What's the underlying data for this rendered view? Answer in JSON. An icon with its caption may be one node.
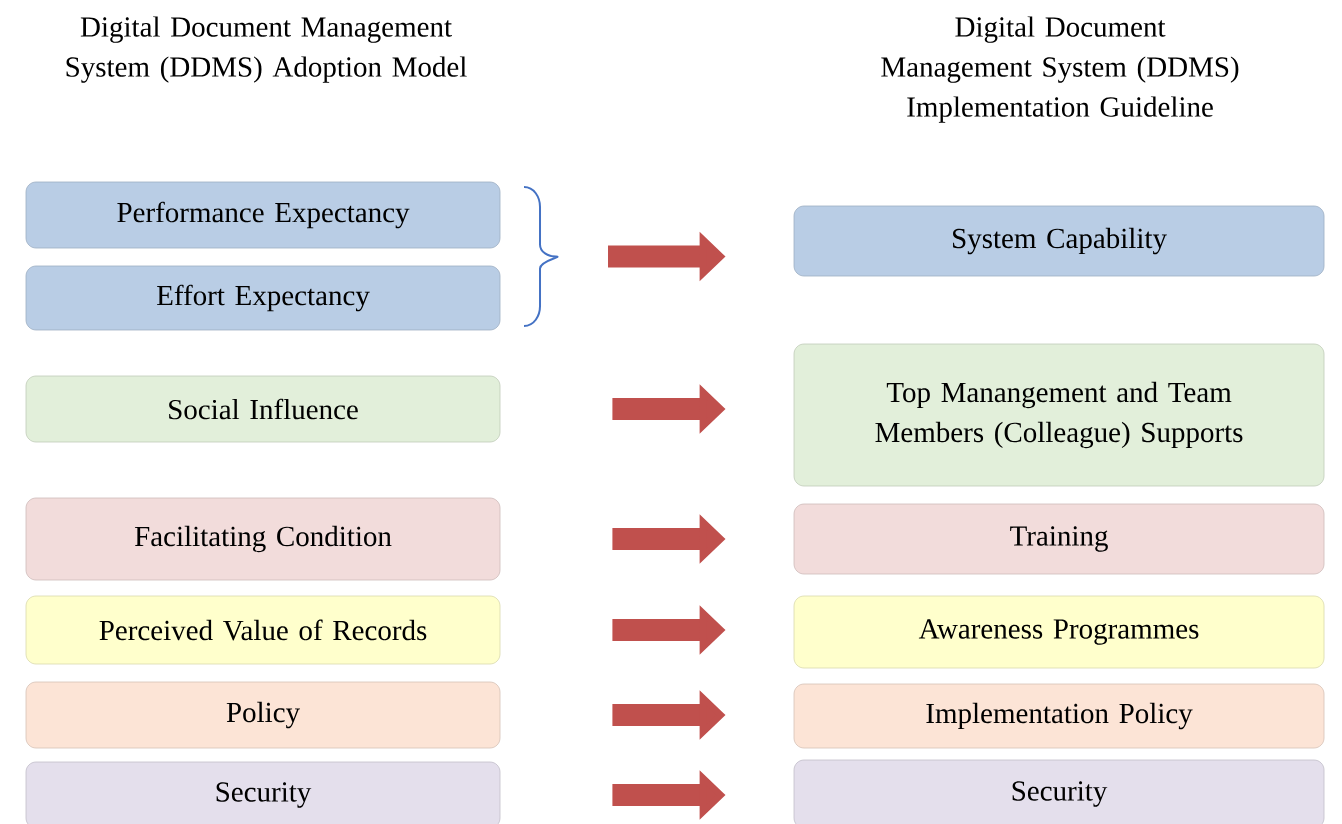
{
  "diagram": {
    "nodes": [
      {
        "text": [
          "Performance Expectancy"
        ]
      },
      {
        "text": [
          "Effort Expectancy"
        ]
      },
      {
        "text": [
          "System Capability"
        ]
      },
      {
        "text": [
          "Social Influence"
        ]
      },
      {
        "text": [
          "Top Manangement and Team Members (Colleague) Supports"
        ]
      },
      {
        "text": [
          "Facilitating Condition"
        ]
      },
      {
        "text": [
          "Training"
        ]
      },
      {
        "text": [
          "Perceived Value of Records"
        ]
      },
      {
        "text": [
          "Awareness Programmes"
        ]
      },
      {
        "text": [
          "Policy"
        ]
      },
      {
        "text": [
          "Implementation Policy"
        ]
      },
      {
        "text": [
          "Security"
        ]
      },
      {
        "text": [
          "Security"
        ]
      }
    ],
    "edges": [
      {
        "from": 0,
        "to": 2,
        "arrow": "to"
      },
      {
        "from": 1,
        "to": 2,
        "arrow": "to"
      },
      {
        "from": 3,
        "to": 4,
        "arrow": "to"
      },
      {
        "from": 5,
        "to": 6,
        "arrow": "to"
      },
      {
        "from": 7,
        "to": 8,
        "arrow": "to"
      },
      {
        "from": 9,
        "to": 10,
        "arrow": "to"
      },
      {
        "from": 11,
        "to": 12,
        "arrow": "to"
      }
    ],
    "labels": [
      "Digital Document Management System (DDMS)  Adoption Model",
      "Digital Document Management System (DDMS) Implementation Guideline"
    ]
  }
}
